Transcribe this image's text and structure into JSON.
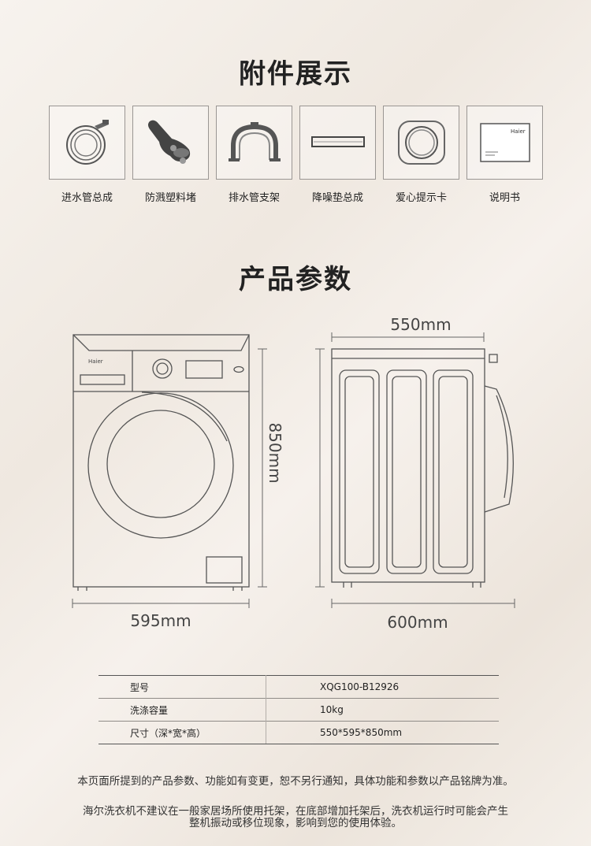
{
  "accessories": {
    "title": "附件展示",
    "items": [
      {
        "label": "进水管总成",
        "icon": "inlet-hose-icon"
      },
      {
        "label": "防溅塑料堵",
        "icon": "splash-plug-icon"
      },
      {
        "label": "排水管支架",
        "icon": "drain-bracket-icon"
      },
      {
        "label": "降噪垫总成",
        "icon": "noise-pad-icon"
      },
      {
        "label": "爱心提示卡",
        "icon": "tip-card-icon"
      },
      {
        "label": "说明书",
        "icon": "manual-icon"
      }
    ],
    "manual_brand": "Haier"
  },
  "parameters": {
    "title": "产品参数",
    "dimensions": {
      "width": "595mm",
      "height": "850mm",
      "depth_top": "550mm",
      "depth_bottom": "600mm"
    },
    "front_brand": "Haier",
    "specs": [
      {
        "key": "型号",
        "value": "XQG100-B12926"
      },
      {
        "key": "洗涤容量",
        "value": "10kg"
      },
      {
        "key": "尺寸（深*宽*高）",
        "value": "550*595*850mm"
      }
    ]
  },
  "notes": {
    "line1": "本页面所提到的产品参数、功能如有变更，恕不另行通知，具体功能和参数以产品铭牌为准。",
    "line2": "海尔洗衣机不建议在一般家居场所使用托架，在底部增加托架后，洗衣机运行时可能会产生",
    "line3": "整机振动或移位现象，影响到您的使用体验。"
  }
}
